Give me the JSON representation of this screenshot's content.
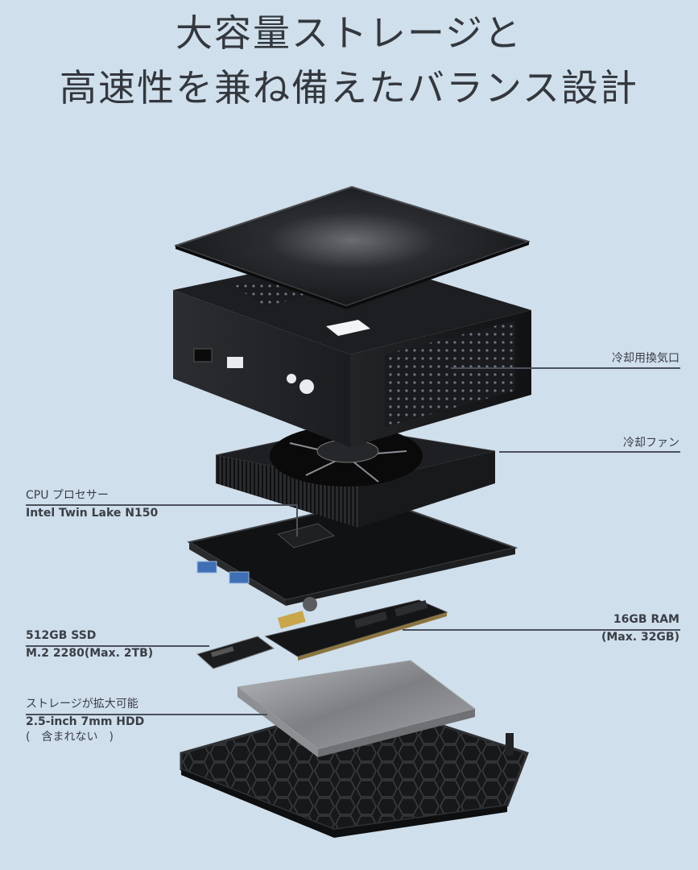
{
  "title": {
    "line1": "大容量ストレージと",
    "line2": "高速性を兼ね備えたバランス設計"
  },
  "background_color": "#cfdfeb",
  "callouts": {
    "vent": {
      "label": "冷却用換気口"
    },
    "fan": {
      "label": "冷却ファン"
    },
    "cpu": {
      "line1": "CPU プロセサー",
      "line2": "Intel Twin Lake N150"
    },
    "ram": {
      "line1": "16GB RAM",
      "line2": "(Max. 32GB)"
    },
    "ssd": {
      "line1": "512GB SSD",
      "line2": "M.2 2280(Max. 2TB)"
    },
    "hdd": {
      "line1": "ストレージが拡大可能",
      "line2": "2.5-inch 7mm HDD",
      "line3": "(　含まれない　)"
    }
  },
  "components": [
    "top-lid",
    "chassis",
    "cooling-fan",
    "motherboard",
    "ram-module",
    "m2-ssd",
    "hdd-2-5-inch",
    "bottom-plate"
  ]
}
